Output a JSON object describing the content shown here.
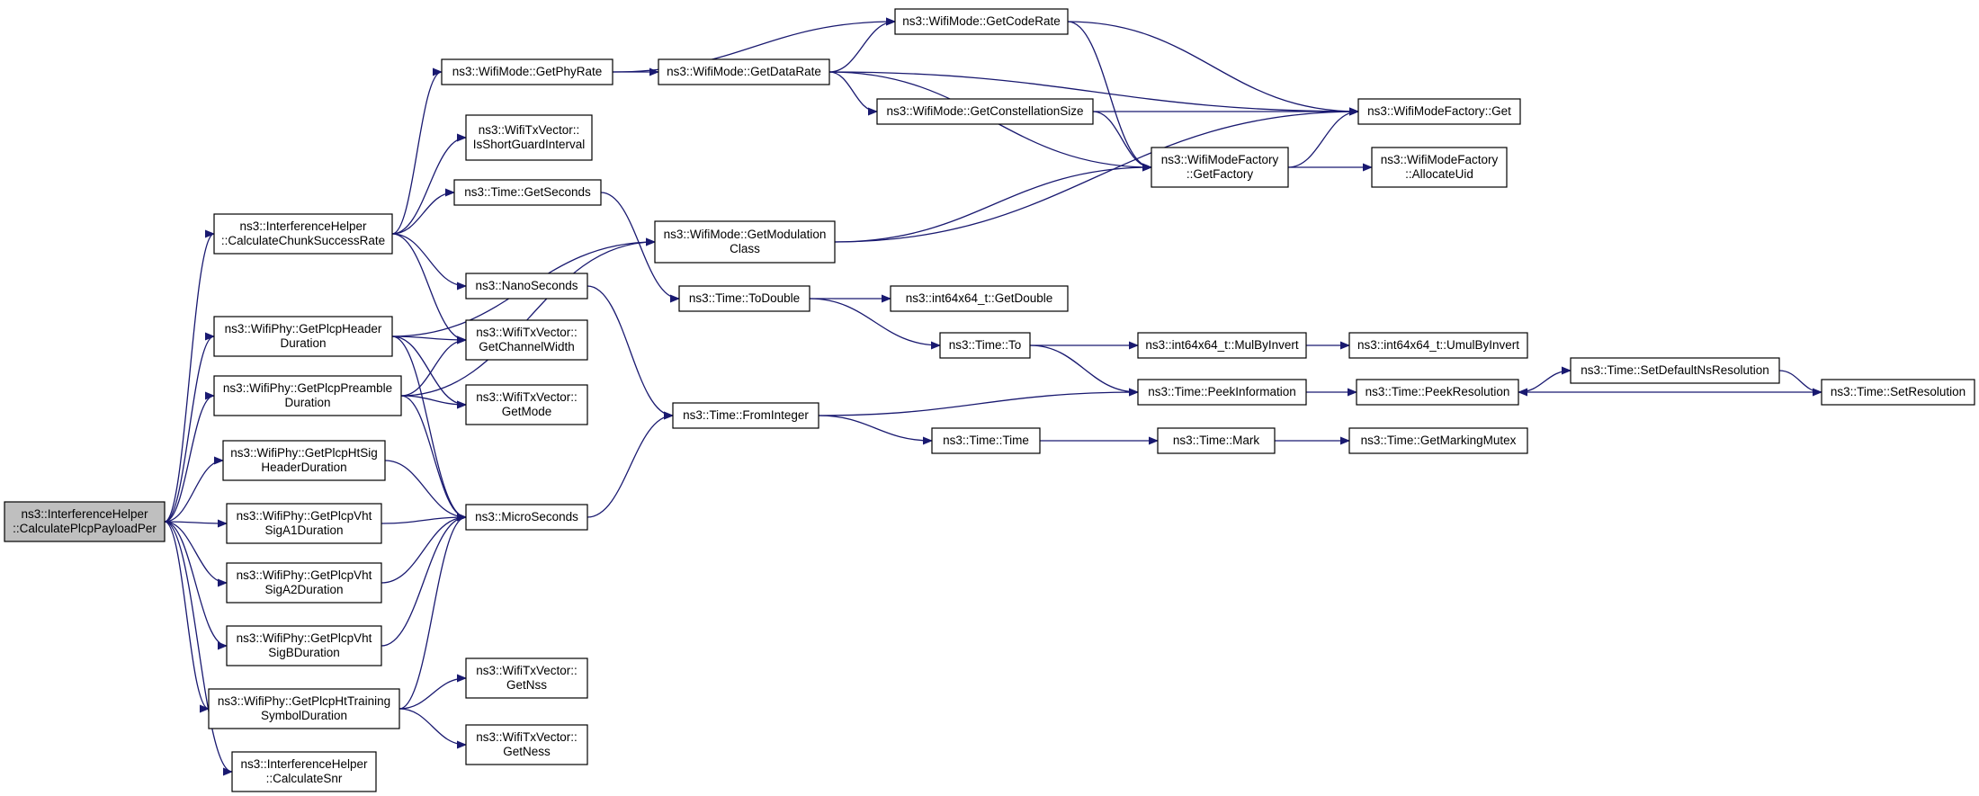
{
  "colors": {
    "edge": "#191970",
    "node_border": "#000000",
    "node_fill": "#ffffff",
    "root_fill": "#bfbfbf"
  },
  "nodes": [
    {
      "id": "root",
      "lines": [
        "ns3::InterferenceHelper",
        "::CalculatePlcpPayloadPer"
      ],
      "root": true
    },
    {
      "id": "ccsr",
      "lines": [
        "ns3::InterferenceHelper",
        "::CalculateChunkSuccessRate"
      ]
    },
    {
      "id": "hdr",
      "lines": [
        "ns3::WifiPhy::GetPlcpHeader",
        "Duration"
      ]
    },
    {
      "id": "pre",
      "lines": [
        "ns3::WifiPhy::GetPlcpPreamble",
        "Duration"
      ]
    },
    {
      "id": "htsig",
      "lines": [
        "ns3::WifiPhy::GetPlcpHtSig",
        "HeaderDuration"
      ]
    },
    {
      "id": "vhta1",
      "lines": [
        "ns3::WifiPhy::GetPlcpVht",
        "SigA1Duration"
      ]
    },
    {
      "id": "vhta2",
      "lines": [
        "ns3::WifiPhy::GetPlcpVht",
        "SigA2Duration"
      ]
    },
    {
      "id": "vhtb",
      "lines": [
        "ns3::WifiPhy::GetPlcpVht",
        "SigBDuration"
      ]
    },
    {
      "id": "httrain",
      "lines": [
        "ns3::WifiPhy::GetPlcpHtTraining",
        "SymbolDuration"
      ]
    },
    {
      "id": "snr",
      "lines": [
        "ns3::InterferenceHelper",
        "::CalculateSnr"
      ]
    },
    {
      "id": "phyrate",
      "lines": [
        "ns3::WifiMode::GetPhyRate"
      ]
    },
    {
      "id": "sgi",
      "lines": [
        "ns3::WifiTxVector::",
        "IsShortGuardInterval"
      ]
    },
    {
      "id": "getsec",
      "lines": [
        "ns3::Time::GetSeconds"
      ]
    },
    {
      "id": "nano",
      "lines": [
        "ns3::NanoSeconds"
      ]
    },
    {
      "id": "chw",
      "lines": [
        "ns3::WifiTxVector::",
        "GetChannelWidth"
      ]
    },
    {
      "id": "mode",
      "lines": [
        "ns3::WifiTxVector::",
        "GetMode"
      ]
    },
    {
      "id": "micro",
      "lines": [
        "ns3::MicroSeconds"
      ]
    },
    {
      "id": "nss",
      "lines": [
        "ns3::WifiTxVector::",
        "GetNss"
      ]
    },
    {
      "id": "ness",
      "lines": [
        "ns3::WifiTxVector::",
        "GetNess"
      ]
    },
    {
      "id": "datarate",
      "lines": [
        "ns3::WifiMode::GetDataRate"
      ]
    },
    {
      "id": "coderate",
      "lines": [
        "ns3::WifiMode::GetCodeRate"
      ]
    },
    {
      "id": "const",
      "lines": [
        "ns3::WifiMode::GetConstellationSize"
      ]
    },
    {
      "id": "modcls",
      "lines": [
        "ns3::WifiMode::GetModulation",
        "Class"
      ]
    },
    {
      "id": "todouble",
      "lines": [
        "ns3::Time::ToDouble"
      ]
    },
    {
      "id": "fromint",
      "lines": [
        "ns3::Time::FromInteger"
      ]
    },
    {
      "id": "factory",
      "lines": [
        "ns3::WifiModeFactory",
        "::GetFactory"
      ]
    },
    {
      "id": "get",
      "lines": [
        "ns3::WifiModeFactory::Get"
      ]
    },
    {
      "id": "alloc",
      "lines": [
        "ns3::WifiModeFactory",
        "::AllocateUid"
      ]
    },
    {
      "id": "getdouble",
      "lines": [
        "ns3::int64x64_t::GetDouble"
      ]
    },
    {
      "id": "to",
      "lines": [
        "ns3::Time::To"
      ]
    },
    {
      "id": "mulbyinv",
      "lines": [
        "ns3::int64x64_t::MulByInvert"
      ]
    },
    {
      "id": "umulbyinv",
      "lines": [
        "ns3::int64x64_t::UmulByInvert"
      ]
    },
    {
      "id": "peekinfo",
      "lines": [
        "ns3::Time::PeekInformation"
      ]
    },
    {
      "id": "peekres",
      "lines": [
        "ns3::Time::PeekResolution"
      ]
    },
    {
      "id": "setdef",
      "lines": [
        "ns3::Time::SetDefaultNsResolution"
      ]
    },
    {
      "id": "setres",
      "lines": [
        "ns3::Time::SetResolution"
      ]
    },
    {
      "id": "time",
      "lines": [
        "ns3::Time::Time"
      ]
    },
    {
      "id": "mark",
      "lines": [
        "ns3::Time::Mark"
      ]
    },
    {
      "id": "mutex",
      "lines": [
        "ns3::Time::GetMarkingMutex"
      ]
    }
  ],
  "edges": [
    [
      "root",
      "ccsr"
    ],
    [
      "root",
      "hdr"
    ],
    [
      "root",
      "pre"
    ],
    [
      "root",
      "htsig"
    ],
    [
      "root",
      "vhta1"
    ],
    [
      "root",
      "vhta2"
    ],
    [
      "root",
      "vhtb"
    ],
    [
      "root",
      "httrain"
    ],
    [
      "root",
      "snr"
    ],
    [
      "ccsr",
      "phyrate"
    ],
    [
      "ccsr",
      "sgi"
    ],
    [
      "ccsr",
      "getsec"
    ],
    [
      "ccsr",
      "nano"
    ],
    [
      "ccsr",
      "chw"
    ],
    [
      "hdr",
      "modcls"
    ],
    [
      "hdr",
      "chw"
    ],
    [
      "hdr",
      "mode"
    ],
    [
      "hdr",
      "micro"
    ],
    [
      "pre",
      "chw"
    ],
    [
      "pre",
      "mode"
    ],
    [
      "pre",
      "micro"
    ],
    [
      "pre",
      "modcls"
    ],
    [
      "htsig",
      "micro"
    ],
    [
      "vhta1",
      "micro"
    ],
    [
      "vhta2",
      "micro"
    ],
    [
      "vhtb",
      "micro"
    ],
    [
      "httrain",
      "micro"
    ],
    [
      "httrain",
      "nss"
    ],
    [
      "httrain",
      "ness"
    ],
    [
      "phyrate",
      "datarate"
    ],
    [
      "phyrate",
      "coderate"
    ],
    [
      "getsec",
      "todouble"
    ],
    [
      "nano",
      "fromint"
    ],
    [
      "micro",
      "fromint"
    ],
    [
      "datarate",
      "coderate"
    ],
    [
      "datarate",
      "const"
    ],
    [
      "datarate",
      "factory"
    ],
    [
      "datarate",
      "get"
    ],
    [
      "coderate",
      "factory"
    ],
    [
      "coderate",
      "get"
    ],
    [
      "const",
      "factory"
    ],
    [
      "const",
      "get"
    ],
    [
      "modcls",
      "factory"
    ],
    [
      "modcls",
      "get"
    ],
    [
      "factory",
      "get"
    ],
    [
      "factory",
      "alloc"
    ],
    [
      "todouble",
      "getdouble"
    ],
    [
      "todouble",
      "to"
    ],
    [
      "to",
      "mulbyinv"
    ],
    [
      "to",
      "peekinfo"
    ],
    [
      "mulbyinv",
      "umulbyinv"
    ],
    [
      "fromint",
      "peekinfo"
    ],
    [
      "fromint",
      "time"
    ],
    [
      "peekinfo",
      "peekres"
    ],
    [
      "peekres",
      "setdef"
    ],
    [
      "setdef",
      "setres"
    ],
    [
      "setres",
      "peekres"
    ],
    [
      "time",
      "mark"
    ],
    [
      "mark",
      "mutex"
    ]
  ]
}
